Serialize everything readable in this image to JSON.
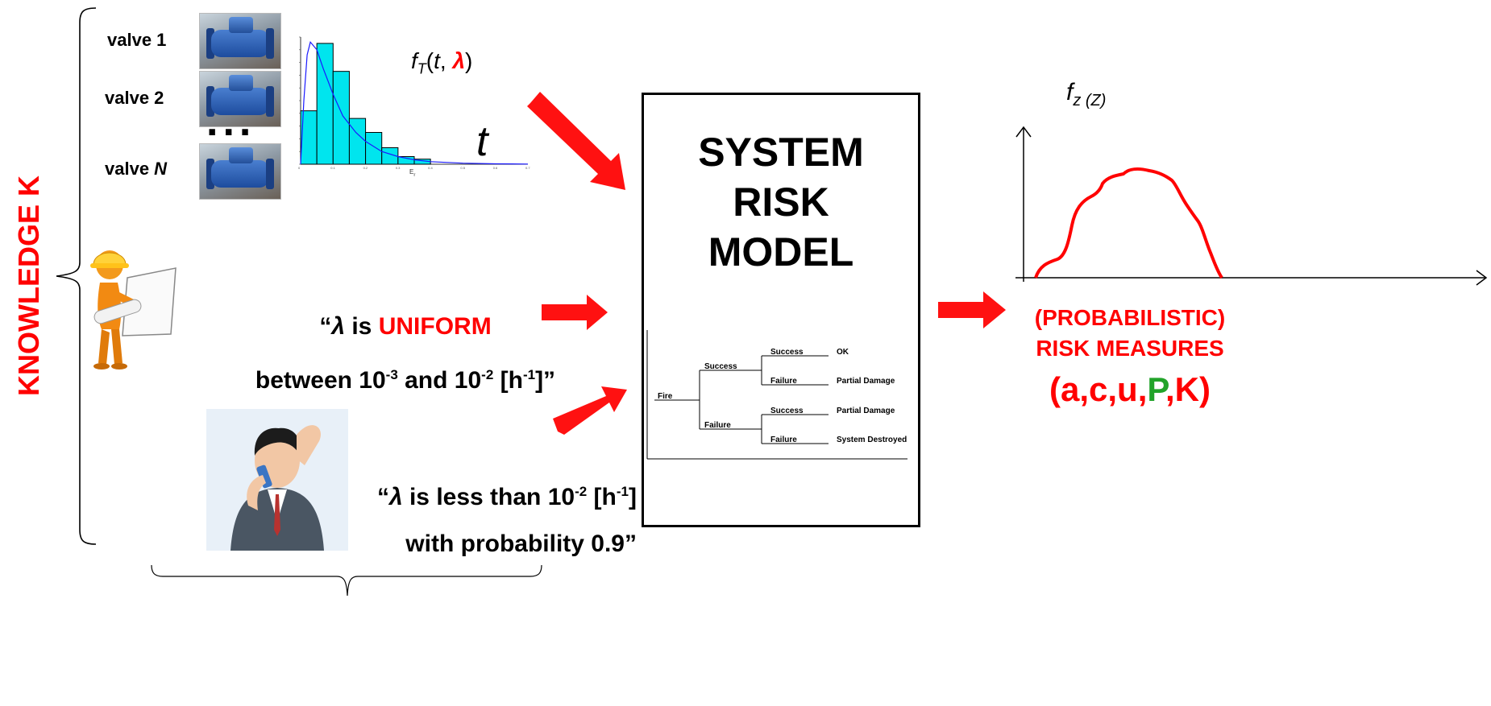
{
  "knowledge_label": "KNOWLEDGE K",
  "valves": {
    "items": [
      {
        "label_prefix": "valve ",
        "label_value": "1"
      },
      {
        "label_prefix": "valve ",
        "label_value": "2"
      },
      {
        "label_prefix": "valve ",
        "label_value": "N"
      }
    ],
    "ellipsis": "..."
  },
  "histogram": {
    "formula_f": "f",
    "formula_sub": "T",
    "formula_open": "(",
    "formula_t": "t",
    "formula_sep": ", ",
    "formula_lambda": "λ",
    "formula_close": ")",
    "t_label": "t",
    "x_label": "E",
    "x_label_sub": "r",
    "tick_labels": [
      "0",
      "0.1",
      "0.2",
      "0.3",
      "0.4",
      "0.5",
      "0.6",
      "0.7"
    ]
  },
  "chart_data": {
    "type": "bar",
    "x": [
      0.025,
      0.075,
      0.125,
      0.175,
      0.225,
      0.275,
      0.325,
      0.375
    ],
    "values": [
      0.42,
      0.95,
      0.73,
      0.36,
      0.25,
      0.13,
      0.06,
      0.04
    ],
    "xlim": [
      0,
      0.7
    ],
    "ylim": [
      0,
      1
    ],
    "bar_color": "#00e5ee",
    "curve_color": "#1a1aff",
    "curve": {
      "x": [
        0,
        0.01,
        0.02,
        0.03,
        0.05,
        0.07,
        0.1,
        0.13,
        0.17,
        0.2,
        0.25,
        0.3,
        0.35,
        0.4,
        0.5,
        0.6,
        0.7
      ],
      "y": [
        0,
        0.5,
        0.86,
        0.96,
        0.9,
        0.75,
        0.55,
        0.38,
        0.25,
        0.18,
        0.1,
        0.06,
        0.035,
        0.02,
        0.008,
        0.003,
        0.001
      ]
    }
  },
  "statement1": {
    "open_quote": "“",
    "lambda": "λ",
    "is": " is ",
    "uniform": "UNIFORM",
    "line2_a": "between 10",
    "exp1": "-3",
    "line2_b": " and 10",
    "exp2": "-2",
    "line2_c": " [h",
    "exp3": "-1",
    "line2_d": "]”"
  },
  "statement2": {
    "open_quote": "“",
    "lambda": "λ",
    "line1_a": " is less than 10",
    "exp1": "-2",
    "line1_b": " [h",
    "exp2": "-1",
    "line1_c": "]",
    "line2": "with probability 0.9”"
  },
  "model": {
    "title_lines": [
      "SYSTEM",
      "RISK",
      "MODEL"
    ]
  },
  "event_tree": {
    "initiator": "Fire",
    "level1": [
      "Success",
      "Failure"
    ],
    "level2": [
      "Success",
      "Failure",
      "Success",
      "Failure"
    ],
    "outcomes": [
      "OK",
      "Partial Damage",
      "Partial Damage",
      "System Destroyed"
    ]
  },
  "output_plot": {
    "label_f": "f",
    "label_sub": "z (Z)",
    "curve_color": "#ff0000"
  },
  "risk_measures": {
    "line1": "(PROBABILISTIC)",
    "line2": "RISK MEASURES",
    "tuple_open": "(a,c,u,",
    "tuple_p": "P",
    "tuple_comma": ",",
    "tuple_k": "K",
    "tuple_close": ")"
  },
  "colors": {
    "accent_red": "#ff0000",
    "accent_green": "#22a32a",
    "arrow_red": "#ff1111"
  }
}
